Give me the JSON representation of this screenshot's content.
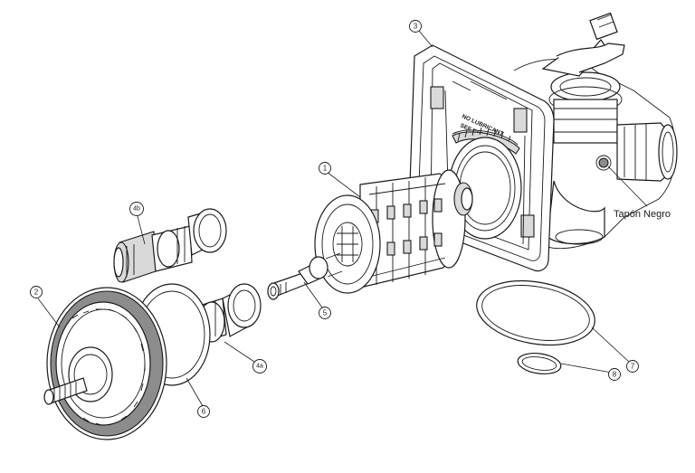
{
  "callouts": {
    "c1": "1",
    "c2": "2",
    "c3": "3",
    "c4a": "4a",
    "c4b": "4b",
    "c5": "5",
    "c6": "6",
    "c7": "7",
    "c8": "8"
  },
  "note": "Tapón Negro",
  "stamp": "NO LUBRICANT SEE CLEAN SEAL"
}
